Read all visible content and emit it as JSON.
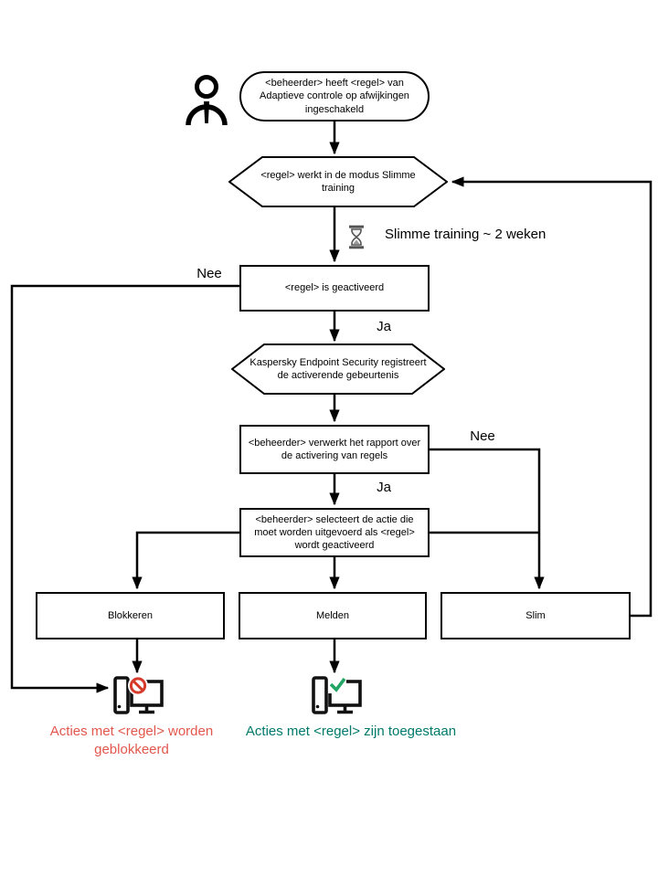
{
  "colors": {
    "line": "#000000",
    "blocked_text_red": "#e2574c",
    "allowed_text_green": "#00796b",
    "prohibition_red": "#d63a2a",
    "check_green": "#23a566",
    "hourglass_gray": "#555555"
  },
  "nodes": {
    "start": "<beheerder> heeft <regel> van\nAdaptieve controle op afwijkingen\ningeschakeld",
    "mode_hexagon": "<regel> werkt in de modus Slimme\ntraining",
    "rule_triggered": "<regel> is geactiveerd",
    "registers_event": "Kaspersky Endpoint Security registreert\nde activerende gebeurtenis",
    "processes_report": "<beheerder> verwerkt het rapport over\nde activering van regels",
    "selects_action": "<beheerder> selecteert de actie die\nmoet worden uitgevoerd als <regel>\nwordt geactiveerd",
    "action_block": "Blokkeren",
    "action_notify": "Melden",
    "action_smart": "Slim"
  },
  "labels": {
    "no_left": "Nee",
    "yes_first": "Ja",
    "no_right": "Nee",
    "yes_second": "Ja",
    "training_duration": "Slimme training ~ 2 weken"
  },
  "results": {
    "blocked": "Acties met <regel> worden\ngeblokkeerd",
    "allowed": "Acties met <regel> zijn toegestaan"
  },
  "icons": {
    "person": "person-icon",
    "hourglass": "hourglass-icon",
    "blocked_computer": "computer-blocked-icon",
    "allowed_computer": "computer-allowed-icon"
  }
}
